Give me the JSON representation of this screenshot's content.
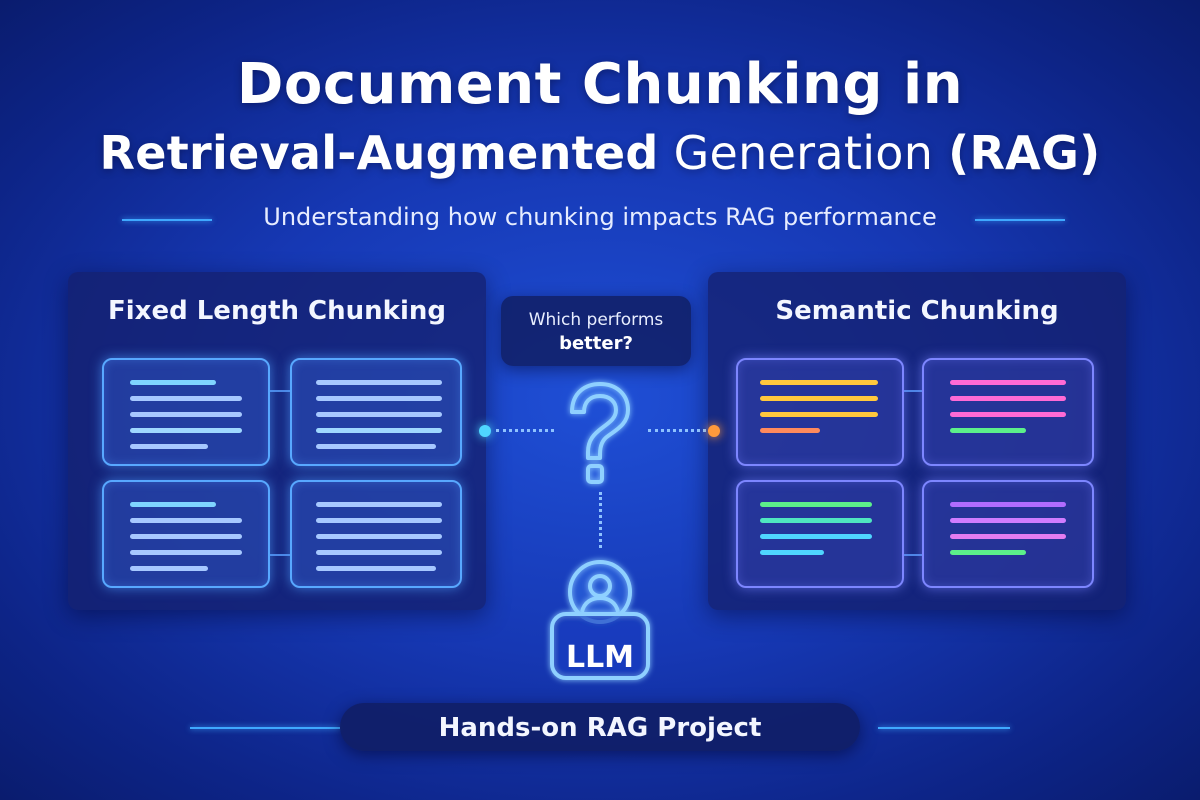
{
  "header": {
    "title_line1": "Document Chunking in",
    "title_line2_bold": "Retrieval-Augmented",
    "title_line2_regular": " Generation ",
    "title_line2_tail": "(RAG)",
    "subtitle": "Understanding how chunking impacts RAG performance"
  },
  "left_panel": {
    "title": "Fixed Length Chunking"
  },
  "right_panel": {
    "title": "Semantic Chunking"
  },
  "center": {
    "question_line1": "Which performs",
    "question_line2": "better?",
    "question_icon": "question-mark-icon",
    "model_icon": "user-lock-icon",
    "model_label": "LLM"
  },
  "footer": {
    "label": "Hands-on RAG Project"
  },
  "colors": {
    "accent_cyan": "#3fa8ff",
    "left_dot": "#4fd6ff",
    "right_dot": "#ff9a3c",
    "semantic_yellow": "#ffc83d",
    "semantic_pink": "#ff6ad5",
    "semantic_green": "#5cf08a",
    "semantic_violet": "#b06cff"
  }
}
